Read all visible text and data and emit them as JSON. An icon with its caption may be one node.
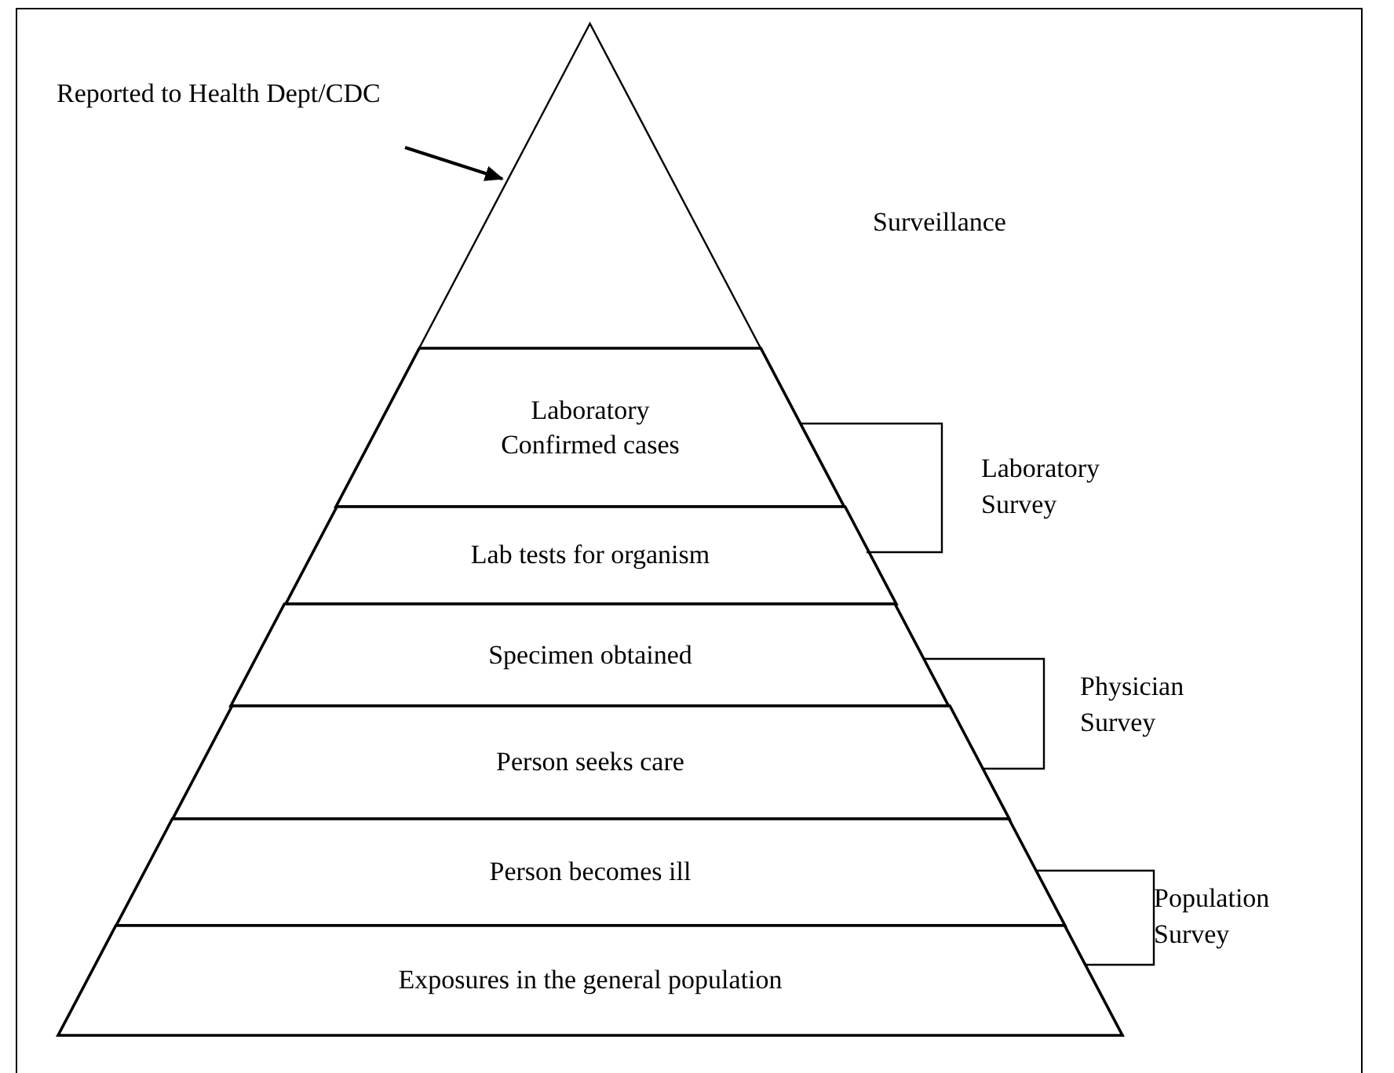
{
  "diagram": {
    "nodes": [
      {
        "text": [],
        "shape": "triangle"
      },
      {
        "text": [
          "Laboratory Confirmed cases"
        ]
      },
      {
        "text": [
          "Lab tests for organism"
        ]
      },
      {
        "text": [
          "Specimen obtained"
        ]
      },
      {
        "text": [
          "Person seeks care"
        ]
      },
      {
        "text": [
          "Person becomes ill"
        ]
      },
      {
        "text": [
          "Exposures in the general population"
        ]
      },
      {
        "text": [
          "Reported to Health Dept/CDC"
        ]
      }
    ],
    "edges": [
      {
        "from": 7,
        "to": 0,
        "arrow": "to"
      }
    ],
    "labels": [
      "Surveillance",
      "Laboratory Survey",
      "Physician Survey",
      "Population Survey"
    ]
  }
}
